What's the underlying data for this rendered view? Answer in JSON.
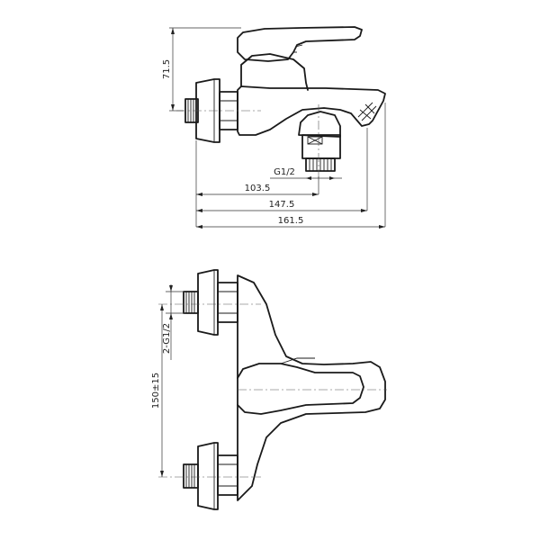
{
  "dimensions": {
    "height": "71.5",
    "thread": "G1/2",
    "len_outlet": "103.5",
    "len_diverter": "147.5",
    "len_overall": "161.5",
    "inlet_thread": "2-G1/2",
    "centers": "150±15"
  }
}
